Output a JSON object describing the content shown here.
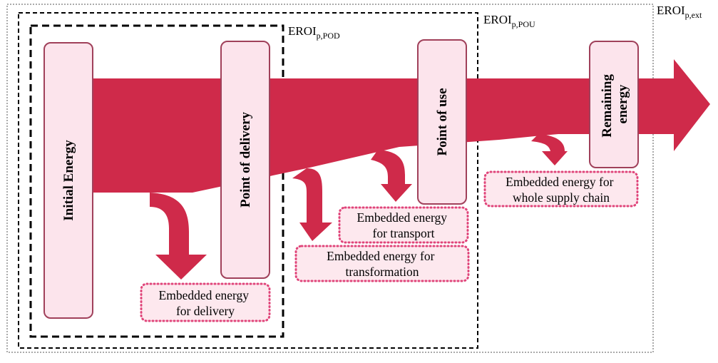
{
  "colors": {
    "flow": "#cf2a4a",
    "box_fill": "#fce4ec",
    "box_stroke": "#a0405a",
    "note_fill": "#fde8ee",
    "note_border": "#e0457a"
  },
  "boundaries": [
    {
      "main": "EROI",
      "sub": "p,POD"
    },
    {
      "main": "EROI",
      "sub": "p,POU"
    },
    {
      "main": "EROI",
      "sub": "p,ext"
    }
  ],
  "stages": [
    {
      "label": "Initial Energy"
    },
    {
      "label": "Point of delivery"
    },
    {
      "label": "Point of use"
    },
    {
      "label": "Remaining energy",
      "lines": [
        "Remaining",
        "energy"
      ]
    }
  ],
  "losses": [
    {
      "lines": [
        "Embedded energy",
        "for delivery"
      ]
    },
    {
      "lines": [
        "Embedded energy",
        "for transport"
      ]
    },
    {
      "lines": [
        "Embedded energy for",
        "transformation"
      ]
    },
    {
      "lines": [
        "Embedded energy for",
        "whole supply chain"
      ]
    }
  ]
}
